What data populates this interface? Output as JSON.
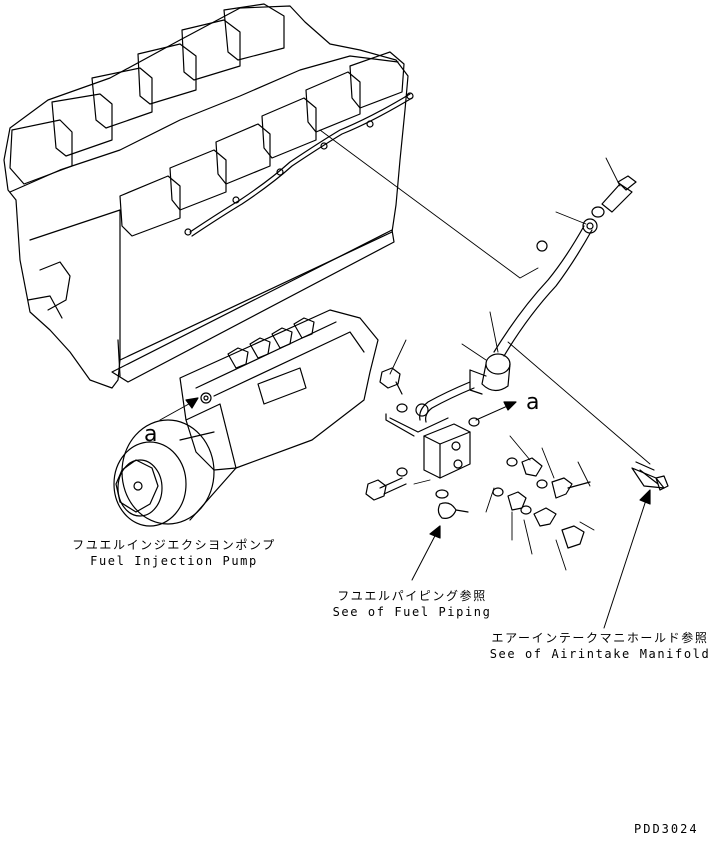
{
  "labels": {
    "fuel_injection_pump": {
      "ja": "フユエルインジエクシヨンポンプ",
      "en": "Fuel Injection Pump"
    },
    "fuel_piping": {
      "ja": "フユエルパイピング参照",
      "en": "See of Fuel Piping"
    },
    "airintake_manifold": {
      "ja": "エアーインテークマニホールド参照",
      "en": "See of Airintake Manifold"
    }
  },
  "callouts": {
    "pump_a": "a",
    "bracket_a": "a"
  },
  "drawing_code": "PDD3024"
}
